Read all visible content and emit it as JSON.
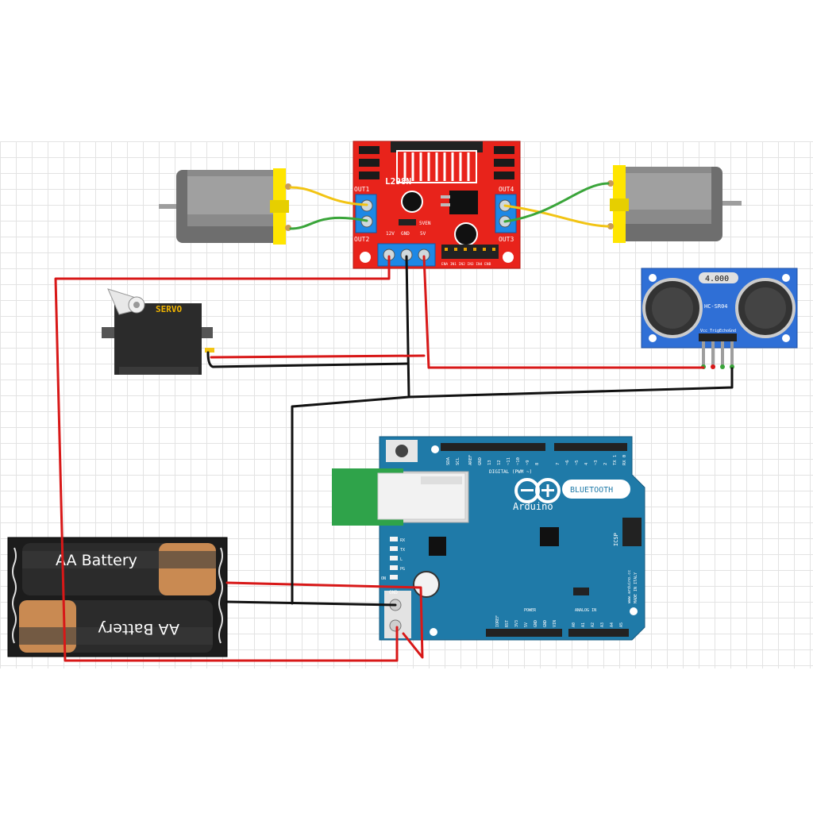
{
  "driver": {
    "chip": "L298N",
    "out1": "OUT1",
    "out2": "OUT2",
    "out3": "OUT3",
    "out4": "OUT4",
    "v12": "12V",
    "gnd": "GND",
    "v5": "5V",
    "v5en": "5VEN",
    "pins": "ENA IN1 IN2 IN3 IN4 ENB"
  },
  "servo": {
    "label": "SERVO"
  },
  "sensor": {
    "display": "4.000",
    "model": "HC-SR04",
    "pins": [
      "Vcc",
      "Trig",
      "Echo",
      "Gnd"
    ]
  },
  "battery": {
    "cell_top": "AA Battery",
    "cell_bottom": "AA Battery"
  },
  "arduino": {
    "logo": "Arduino",
    "bluetooth": "BLUETOOTH",
    "digital": "DIGITAL (PWM ~)",
    "icsp": "ICSP",
    "power": "POWER",
    "analog": "ANALOG IN",
    "url": "www.arduino.cc",
    "made": "MADE IN ITALY",
    "gnd_label": "GND",
    "leds": [
      "RX",
      "TX",
      "L",
      "PG",
      "ON"
    ],
    "digital_pins": [
      "SDA",
      "SCL",
      "AREF",
      "GND",
      "13",
      "12",
      "~11",
      "~10",
      "~9",
      "8",
      "7",
      "~6",
      "~5",
      "4",
      "~3",
      "2",
      "TX 1",
      "RX 0"
    ],
    "power_pins": [
      "IOREF",
      "RST",
      "3V3",
      "5V",
      "GND",
      "GND",
      "VIN"
    ],
    "analog_pins": [
      "A0",
      "A1",
      "A2",
      "A3",
      "A4",
      "A5"
    ]
  },
  "colors": {
    "board_red": "#e8231b",
    "terminal_blue": "#1e88e5",
    "arduino_teal": "#1f7aa8",
    "bt_green": "#2fa34a",
    "sensor_blue": "#2f6fd6",
    "wire_red": "#d81818",
    "wire_black": "#111111",
    "wire_yellow": "#f2c414",
    "wire_green": "#3aa53a"
  }
}
